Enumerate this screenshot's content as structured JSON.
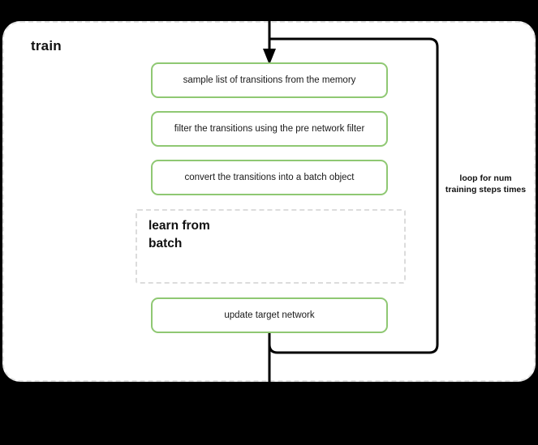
{
  "diagram": {
    "title": "train",
    "background_color": "#000000",
    "container_fill": "#ffffff",
    "container_border_color": "#e2e2e2",
    "accent_color": "#8FC873",
    "line_color": "#000000",
    "process_boxes": [
      {
        "label": "sample list of transitions from the memory"
      },
      {
        "label": "filter the transitions using the pre network filter"
      },
      {
        "label": "convert the transitions into a batch object"
      },
      {
        "label": "update target network"
      }
    ],
    "subblock": {
      "title": "learn from batch",
      "border_style": "dashed",
      "border_color": "#dcdcdc"
    },
    "loop": {
      "label": "loop for num training steps times"
    }
  }
}
